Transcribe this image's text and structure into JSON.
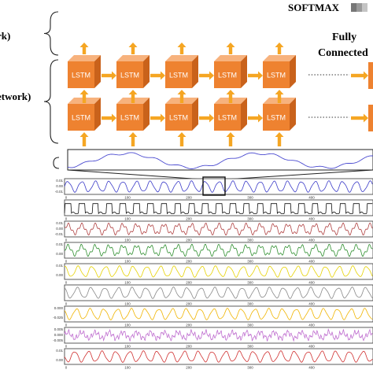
{
  "labels": {
    "softmax": "SOFTMAX",
    "network_top": "rk)",
    "network_bottom": "etwork)",
    "fully": "Fully",
    "connected": "Connected"
  },
  "lstm_cell_label": "LSTM",
  "lstm_grid": {
    "rows": 2,
    "cols": 5
  },
  "colors": {
    "lstm_front": "#EE8230",
    "lstm_top": "#F7B27D",
    "lstm_side": "#C9621B",
    "arrow": "#F5A623",
    "softmax_swatches": [
      "#777777",
      "#9a9a9a",
      "#c4c4c4"
    ]
  },
  "signal_axes": {
    "x_ticks": [
      "0",
      "100",
      "200",
      "300",
      "400"
    ],
    "y_ticks": {
      "0": [
        "0.01",
        "0.00",
        "-0.01"
      ],
      "2": [
        "0.01",
        "0.00",
        "-0.01"
      ],
      "3": [
        "0.01",
        "0.00"
      ],
      "4": [
        "0.01",
        "0.00"
      ],
      "6": [
        "0.000",
        "-0.025"
      ],
      "7": [
        "0.005",
        "0.000",
        "-0.005"
      ],
      "8": [
        "0.01",
        "0.00"
      ]
    }
  },
  "signals": [
    {
      "color": "#3b3bc8"
    },
    {
      "color": "#111111"
    },
    {
      "color": "#b04040"
    },
    {
      "color": "#2f8f2f"
    },
    {
      "color": "#e6d200"
    },
    {
      "color": "#888888"
    },
    {
      "color": "#f0b400"
    },
    {
      "color": "#c070d0"
    },
    {
      "color": "#d03030"
    }
  ],
  "zoom_color": "#4a4ad0"
}
